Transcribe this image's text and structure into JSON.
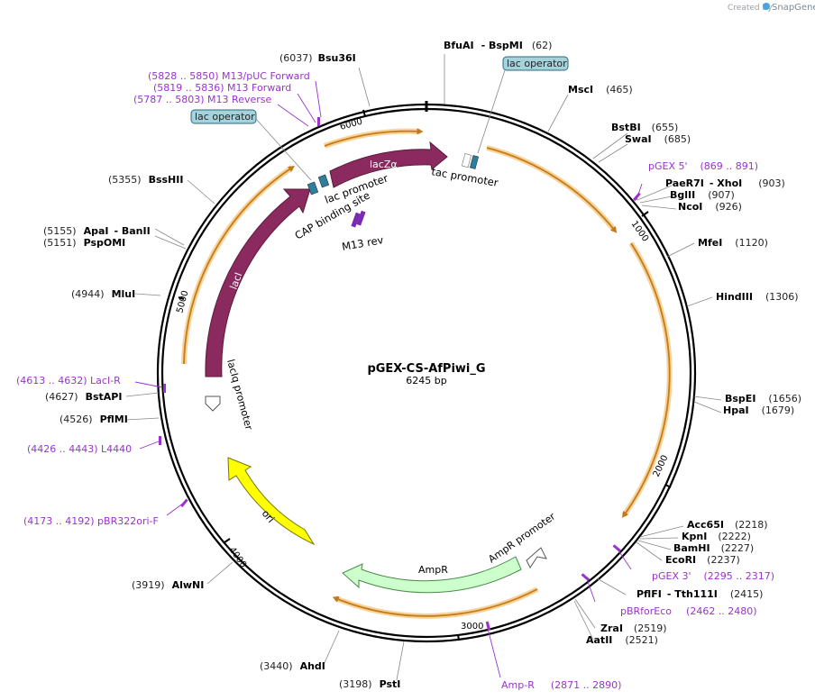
{
  "credit": {
    "created_by": "Created by",
    "brand": "SnapGene"
  },
  "plasmid": {
    "name": "pGEX-CS-AfPiwi_G",
    "size": "6245 bp"
  },
  "ticks": [
    "1000",
    "2000",
    "3000",
    "4000",
    "5000",
    "6000"
  ],
  "sites": {
    "bfuai": {
      "name": "BfuAI",
      "name2": "- BspMI",
      "pos": "(62)"
    },
    "bsu36i": {
      "name": "Bsu36I",
      "pos": "(6037)"
    },
    "msci": {
      "name": "MscI",
      "pos": "(465)"
    },
    "bstbi": {
      "name": "BstBI",
      "pos": "(655)"
    },
    "swai": {
      "name": "SwaI",
      "pos": "(685)"
    },
    "paer7i": {
      "name": "PaeR7I",
      "name2": "- XhoI",
      "pos": "(903)"
    },
    "bglii": {
      "name": "BglII",
      "pos": "(907)"
    },
    "ncoi": {
      "name": "NcoI",
      "pos": "(926)"
    },
    "mfei": {
      "name": "MfeI",
      "pos": "(1120)"
    },
    "hindiii": {
      "name": "HindIII",
      "pos": "(1306)"
    },
    "bspei": {
      "name": "BspEI",
      "pos": "(1656)"
    },
    "hpai": {
      "name": "HpaI",
      "pos": "(1679)"
    },
    "acc65i": {
      "name": "Acc65I",
      "pos": "(2218)"
    },
    "kpni": {
      "name": "KpnI",
      "pos": "(2222)"
    },
    "bamhi": {
      "name": "BamHI",
      "pos": "(2227)"
    },
    "ecori": {
      "name": "EcoRI",
      "pos": "(2237)"
    },
    "pflfi": {
      "name": "PflFI",
      "name2": "- Tth111I",
      "pos": "(2415)"
    },
    "zrai": {
      "name": "ZraI",
      "pos": "(2519)"
    },
    "aatii": {
      "name": "AatII",
      "pos": "(2521)"
    },
    "psti": {
      "name": "PstI",
      "pos": "(3198)"
    },
    "ahdi": {
      "name": "AhdI",
      "pos": "(3440)"
    },
    "alwni": {
      "name": "AlwNI",
      "pos": "(3919)"
    },
    "pflmi": {
      "name": "PflMI",
      "pos": "(4526)"
    },
    "bstapi": {
      "name": "BstAPI",
      "pos": "(4627)"
    },
    "mlui": {
      "name": "MluI",
      "pos": "(4944)"
    },
    "apai": {
      "name": "ApaI",
      "name2": "- BanII",
      "pos": "(5155)"
    },
    "pspomi": {
      "name": "PspOMI",
      "pos": "(5151)"
    },
    "bsshii": {
      "name": "BssHII",
      "pos": "(5355)"
    }
  },
  "primers": {
    "m13puc": "(5828 .. 5850)  M13/pUC Forward",
    "m13fwd": "(5819 .. 5836)  M13 Forward",
    "m13rev": "(5787 .. 5803)  M13 Reverse",
    "pgex5": "pGEX 5'",
    "pgex5_pos": "(869 .. 891)",
    "pgex3": "pGEX 3'",
    "pgex3_pos": "(2295 .. 2317)",
    "pbrforeco": "pBRforEco",
    "pbrforeco_pos": "(2462 .. 2480)",
    "ampr": "Amp-R",
    "ampr_pos": "(2871 .. 2890)",
    "pbr322ori": "(4173 .. 4192)  pBR322ori-F",
    "l4440": "(4426 .. 4443)  L4440",
    "laci_r": "(4613 .. 4632)  LacI-R"
  },
  "features": {
    "lac_operator": "lac operator",
    "lac_operator_2": "lac operator",
    "lacz": "lacZα",
    "tac_promoter": "tac promoter",
    "lac_promoter": "lac promoter",
    "cap_site": "CAP binding site",
    "m13rev_feat": "M13 rev",
    "laci": "lacI",
    "laciq": "lacIq promoter",
    "ori": "ori",
    "ampr_gene": "AmpR",
    "ampr_promoter": "AmpR promoter"
  },
  "colors": {
    "lacI": "#8b2a5e",
    "ori": "#ffff00",
    "ampR": "#ccffcc",
    "primer": "#9a33cc",
    "orf": "#f5b041",
    "operator": "#a6d2dc"
  }
}
